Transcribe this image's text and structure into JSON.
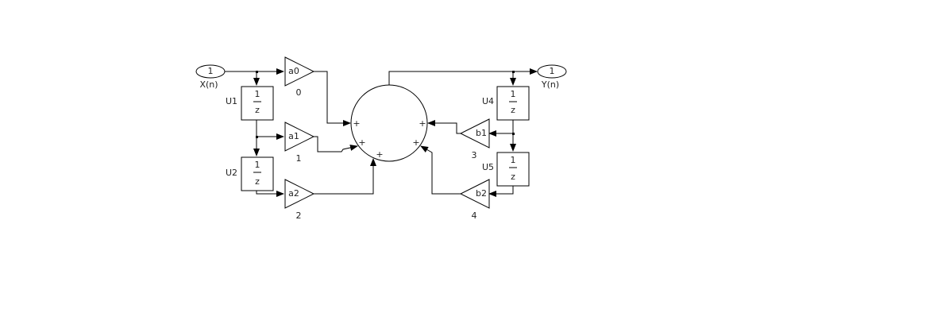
{
  "inports": [
    {
      "id": "in1",
      "number": "1",
      "label": "X(n)"
    }
  ],
  "outports": [
    {
      "id": "out1",
      "number": "1",
      "label": "Y(n)"
    }
  ],
  "delays": [
    {
      "id": "U1",
      "label": "U1",
      "num": "1",
      "den": "z"
    },
    {
      "id": "U2",
      "label": "U2",
      "num": "1",
      "den": "z"
    },
    {
      "id": "U4",
      "label": "U4",
      "num": "1",
      "den": "z"
    },
    {
      "id": "U5",
      "label": "U5",
      "num": "1",
      "den": "z"
    }
  ],
  "gains": [
    {
      "id": "g0",
      "label": "a0",
      "index": "0"
    },
    {
      "id": "g1",
      "label": "a1",
      "index": "1"
    },
    {
      "id": "g2",
      "label": "a2",
      "index": "2"
    },
    {
      "id": "g3",
      "label": "b1",
      "index": "3"
    },
    {
      "id": "g4",
      "label": "b2",
      "index": "4"
    }
  ],
  "sum": {
    "signs": [
      "+",
      "+",
      "+",
      "+",
      "+"
    ]
  }
}
